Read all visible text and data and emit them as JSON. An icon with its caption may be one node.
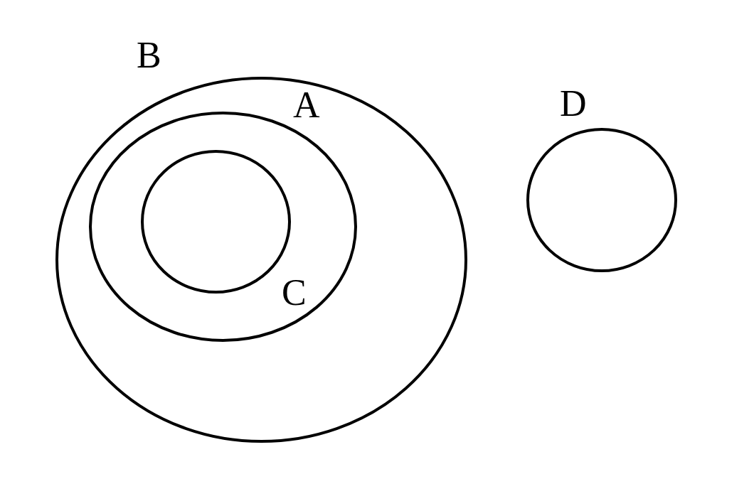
{
  "diagram": {
    "nodes": [
      {
        "text": [
          "B"
        ]
      },
      {
        "text": [
          "A"
        ],
        "in": 0
      },
      {
        "text": [
          "C"
        ],
        "in": 1
      },
      {
        "text": [
          "D"
        ]
      }
    ]
  }
}
